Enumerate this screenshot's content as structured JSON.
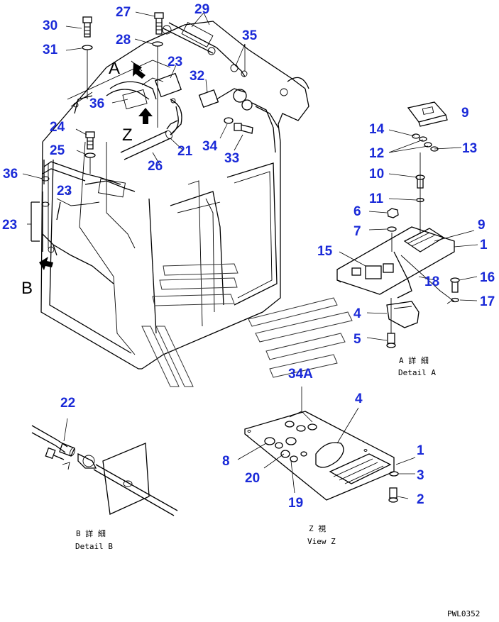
{
  "callouts": {
    "c30": "30",
    "c27": "27",
    "c29": "29",
    "c31": "31",
    "c28": "28",
    "c35": "35",
    "c23a": "23",
    "c32": "32",
    "c36a": "36",
    "c9a": "9",
    "c24": "24",
    "c14": "14",
    "c13": "13",
    "c21": "21",
    "c34": "34",
    "c33": "33",
    "c25": "25",
    "c26": "26",
    "c12": "12",
    "c36b": "36",
    "c23b": "23",
    "c10": "10",
    "c11": "11",
    "c6": "6",
    "c23c": "23",
    "c7": "7",
    "c9b": "9",
    "c1a": "1",
    "c15": "15",
    "c16": "16",
    "c18": "18",
    "c17": "17",
    "c4a": "4",
    "c5": "5",
    "c34A": "34A",
    "c22": "22",
    "c4b": "4",
    "c1b": "1",
    "c8": "8",
    "c3": "3",
    "c20": "20",
    "c2": "2",
    "c19": "19"
  },
  "view_labels": {
    "a": "A",
    "b": "B",
    "z": "Z"
  },
  "captions": {
    "detail_a_jp": "A 詳 細",
    "detail_a_en": "Detail A",
    "detail_b_jp": "B 詳 細",
    "detail_b_en": "Detail B",
    "view_z_jp": "Z  視",
    "view_z_en": "View Z",
    "drawing_code": "PWL0352"
  },
  "colors": {
    "callout": "#1a2ad8",
    "line": "#000000",
    "background": "#ffffff"
  }
}
